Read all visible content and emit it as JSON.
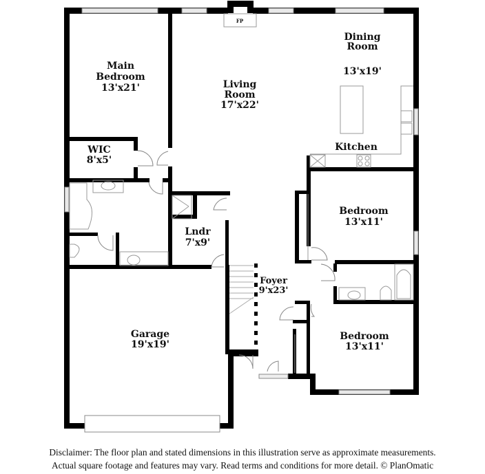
{
  "floorplan": {
    "rooms": [
      {
        "id": "main-bedroom",
        "name_line1": "Main",
        "name_line2": "Bedroom",
        "dims": "13'x21'"
      },
      {
        "id": "wic",
        "name": "WIC",
        "dims": "8'x5'"
      },
      {
        "id": "living-room",
        "name_line1": "Living",
        "name_line2": "Room",
        "dims": "17'x22'"
      },
      {
        "id": "dining-room",
        "name_line1": "Dining",
        "name_line2": "Room",
        "dims": "13'x19'"
      },
      {
        "id": "kitchen",
        "name": "Kitchen"
      },
      {
        "id": "bedroom-2",
        "name": "Bedroom",
        "dims": "13'x11'"
      },
      {
        "id": "laundry",
        "name": "Lndr",
        "dims": "7'x9'"
      },
      {
        "id": "foyer",
        "name": "Foyer",
        "dims": "9'x23'"
      },
      {
        "id": "garage",
        "name": "Garage",
        "dims": "19'x19'"
      },
      {
        "id": "bedroom-3",
        "name": "Bedroom",
        "dims": "13'x11'"
      }
    ],
    "fixtures": {
      "fireplace_label": "FP"
    },
    "colors": {
      "wall": "#000000",
      "fixture_line": "#999999",
      "window_fill": "#e6e6e6",
      "background": "#ffffff"
    }
  },
  "disclaimer": {
    "line1": "Disclaimer: The floor plan and stated dimensions in this illustration serve as approximate measurements.",
    "line2": "Actual square footage and features may vary. Read terms and conditions for more detail. © PlanOmatic"
  }
}
